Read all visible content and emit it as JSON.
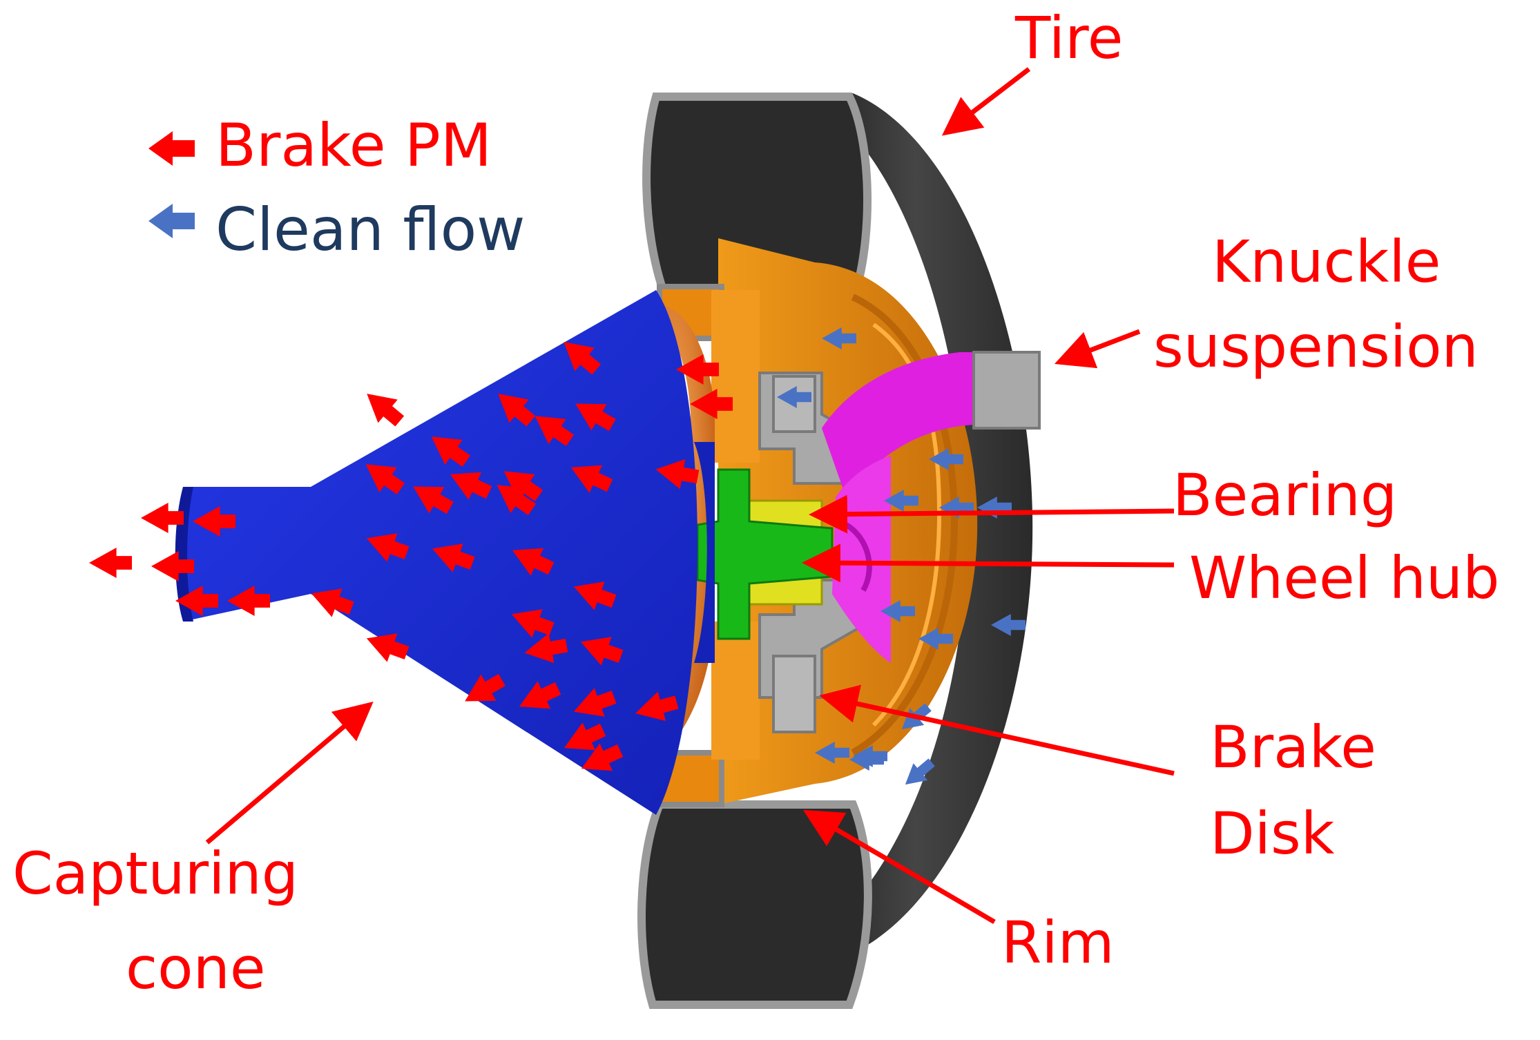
{
  "legend": {
    "brake_pm": "Brake PM",
    "clean_flow": "Clean flow"
  },
  "labels": {
    "tire": "Tire",
    "knuckle_line1": "Knuckle",
    "knuckle_line2": "suspension",
    "bearing": "Bearing",
    "wheel_hub": "Wheel hub",
    "brake_line1": "Brake",
    "brake_line2": "Disk",
    "rim": "Rim",
    "capturing_line1": "Capturing",
    "capturing_line2": "cone"
  },
  "colors": {
    "label_red": "#ff0000",
    "legend_blue_text": "#1f3a5f",
    "pm_arrow": "#ff0000",
    "clean_arrow": "#4a72c4",
    "cone_blue": "#1e2fd6",
    "tire_dark": "#3a3a3a",
    "rim_orange": "#e8880f",
    "knuckle_magenta": "#e020e0",
    "hub_green": "#18b818",
    "bearing_yellow": "#e0e020",
    "steel_gray": "#a9a9a9"
  }
}
